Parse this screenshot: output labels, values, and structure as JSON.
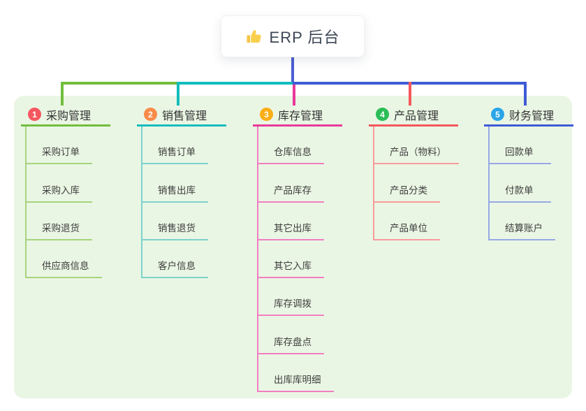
{
  "root": {
    "label": "ERP 后台",
    "icon": "thumbs-up-icon"
  },
  "colors": {
    "panel_bg": "#eaf6e4",
    "root_connector": "#4a5ed1",
    "title_text": "#333333",
    "child_text": "#3d3d3d"
  },
  "branches": [
    {
      "num": "1",
      "label": "采购管理",
      "badge_color": "#f5575f",
      "line_color": "#72be3e",
      "line_light": "#a6d37d",
      "children": [
        "采购订单",
        "采购入库",
        "采购退货",
        "供应商信息"
      ]
    },
    {
      "num": "2",
      "label": "销售管理",
      "badge_color": "#f98b48",
      "line_color": "#13bdbd",
      "line_light": "#7bd2cb",
      "children": [
        "销售订单",
        "销售出库",
        "销售退货",
        "客户信息"
      ]
    },
    {
      "num": "3",
      "label": "库存管理",
      "badge_color": "#fbae17",
      "line_color": "#e8399b",
      "line_light": "#f17fc1",
      "children": [
        "仓库信息",
        "产品库存",
        "其它出库",
        "其它入库",
        "库存调拨",
        "库存盘点",
        "出库库明细"
      ]
    },
    {
      "num": "4",
      "label": "产品管理",
      "badge_color": "#2abd57",
      "line_color": "#f5575c",
      "line_light": "#f89b9b",
      "children": [
        "产品（物料）",
        "产品分类",
        "产品单位"
      ]
    },
    {
      "num": "5",
      "label": "财务管理",
      "badge_color": "#2ba5e8",
      "line_color": "#3e5bd5",
      "line_light": "#96a9e5",
      "children": [
        "回款单",
        "付款单",
        "结算账户"
      ]
    }
  ]
}
